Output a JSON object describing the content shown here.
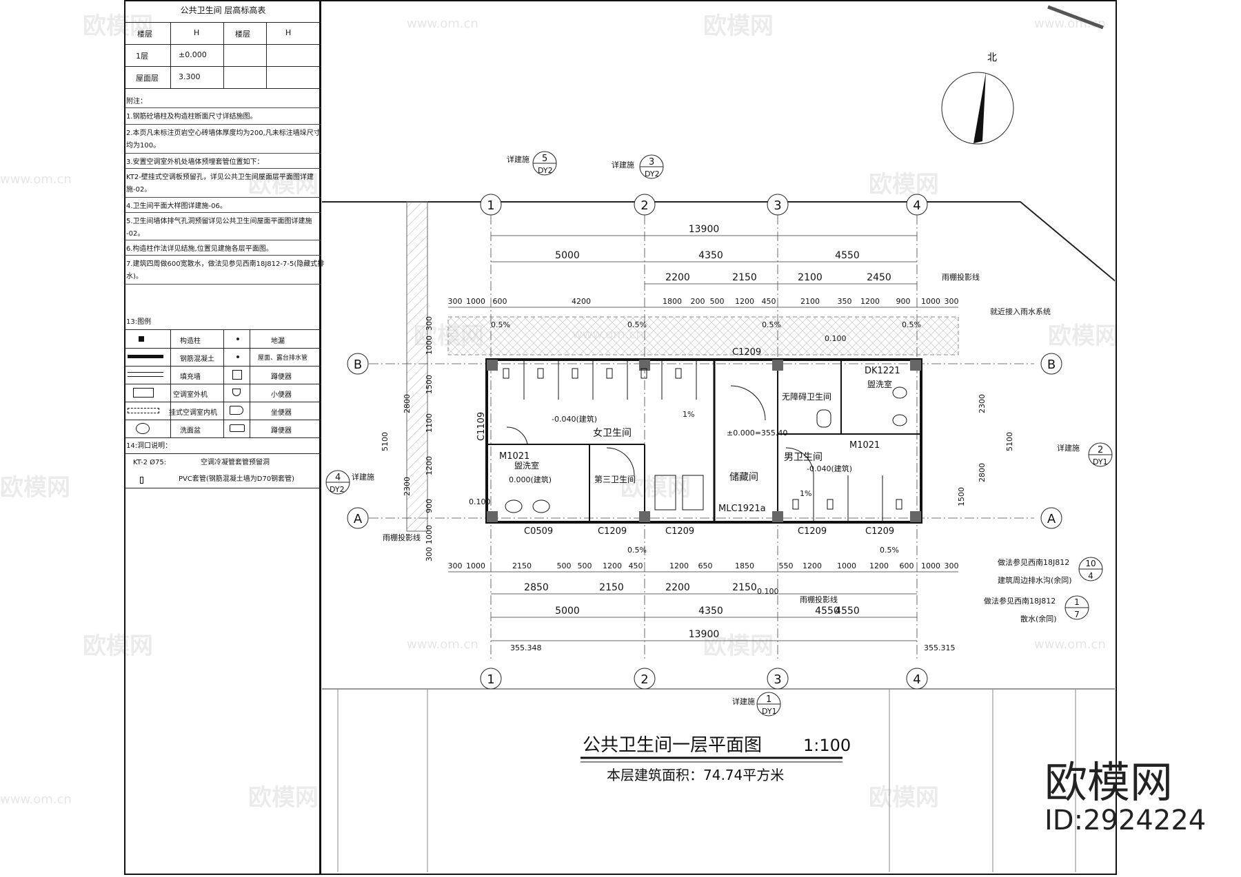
{
  "elevation_table": {
    "title": "公共卫生间 层高标高表",
    "headers": [
      "楼层",
      "H",
      "楼层",
      "H"
    ],
    "rows": [
      {
        "floor": "1层",
        "h": "±0.000"
      },
      {
        "floor": "屋面层",
        "h": "3.300"
      }
    ]
  },
  "notes": {
    "heading": "附注：",
    "lines": [
      "1.钢筋砼墙柱及构造柱断面尺寸详结施图。",
      "2.本页凡未标注页岩空心砖墙体厚度均为200,凡未标注墙垛尺寸",
      "均为100。",
      "3.安置空调室外机处墙体预埋套管位置如下：",
      "KT2-壁挂式空调板预留孔，详见公共卫生间屋面层平面图详建",
      "施-02。",
      "4.卫生间平面大样图详建施-06。",
      "5.卫生间墙体排气孔洞预留详见公共卫生间屋面平面图详建施",
      "-02。",
      "6.构造柱作法详见结施,位置见建施各层平面图。",
      "7.建筑四周做600宽散水，做法见参见西南18J812-7-5(隐藏式排",
      "水)。"
    ]
  },
  "legend": {
    "heading": "13:图例",
    "items": [
      [
        "构造柱",
        "地漏"
      ],
      [
        "钢筋混凝土",
        "屋面、露台排水管"
      ],
      [
        "填充墙",
        "蹲便器"
      ],
      [
        "空调室外机",
        "小便器"
      ],
      [
        "挂式空调室内机",
        "坐便器"
      ],
      [
        "洗面盆",
        "蹲便器"
      ]
    ]
  },
  "openings": {
    "heading": "14:洞口说明：",
    "rows": [
      {
        "code": "KT-2 Ø75:",
        "desc": "空调冷凝管套管预留洞"
      },
      {
        "code": "",
        "desc": "PVC套管(钢筋混凝土墙为D70钢套管)"
      }
    ]
  },
  "plan": {
    "title": "公共卫生间一层平面图",
    "scale": "1:100",
    "area": "本层建筑面积：74.74平方米",
    "north": "北",
    "axes_x": [
      "1",
      "2",
      "3",
      "4"
    ],
    "axes_y": [
      "A",
      "B"
    ],
    "dims_top": {
      "total": "13900",
      "bays": [
        "5000",
        "4350",
        "4550"
      ],
      "row3": [
        "2200",
        "2150",
        "2100",
        "2450"
      ],
      "row4": [
        "300",
        "1000",
        "600",
        "4200",
        "1800",
        "200",
        "500",
        "1200",
        "450",
        "2100",
        "350",
        "1200",
        "900",
        "1000",
        "300"
      ]
    },
    "dims_bottom": {
      "row1": [
        "300",
        "1000",
        "2150",
        "500",
        "500",
        "1200",
        "450",
        "1200",
        "650",
        "1850",
        "550",
        "1200",
        "1000",
        "1200",
        "600",
        "1000",
        "300"
      ],
      "row2": [
        "2850",
        "2150",
        "2200",
        "2150",
        "4550"
      ],
      "bays": [
        "5000",
        "4350",
        "4550"
      ],
      "total": "13900"
    },
    "dims_left": [
      "300",
      "1000",
      "1500",
      "1100",
      "1200",
      "900",
      "1000",
      "300",
      "2800",
      "2300",
      "5100"
    ],
    "dims_right": [
      "2300",
      "5100",
      "2800",
      "1500"
    ],
    "rooms": [
      {
        "key": "women",
        "label": "女卫生间"
      },
      {
        "key": "storage",
        "label": "储藏间"
      },
      {
        "key": "men",
        "label": "男卫生间"
      },
      {
        "key": "acc1",
        "label": "无障碍卫生间"
      },
      {
        "key": "wash1",
        "label": "盥洗室"
      },
      {
        "key": "wash2",
        "label": "盥洗室"
      },
      {
        "key": "third",
        "label": "第三卫生间"
      }
    ],
    "elevations": [
      "-0.040(建筑)",
      "±0.000=355.40",
      "-0.040(建筑)",
      "0.000(建筑)",
      "0.100",
      "0.100",
      "0.100"
    ],
    "openings_labels": [
      "C1209",
      "C1209",
      "C1209",
      "C1209",
      "C1209",
      "C0509",
      "MLC1921a",
      "M1021",
      "M1021",
      "DK1221",
      "C1109"
    ],
    "site_levels": [
      "355.348",
      "355.315"
    ],
    "slopes": [
      "0.5%",
      "0.5%",
      "0.5%",
      "0.5%",
      "0.5%",
      "0.5%",
      "1%",
      "1%"
    ],
    "callouts": [
      {
        "label": "详建施",
        "num": "5",
        "sheet": "DY2"
      },
      {
        "label": "详建施",
        "num": "3",
        "sheet": "DY2"
      },
      {
        "label": "详建施",
        "num": "2",
        "sheet": "DY1"
      },
      {
        "label": "详建施",
        "num": "4",
        "sheet": "DY2"
      },
      {
        "label": "详建施",
        "num": "1",
        "sheet": "DY1"
      }
    ],
    "annotations": [
      "雨棚投影线",
      "就近接入雨水系统",
      "雨棚投影线",
      "雨棚投影线",
      "做法参见西南18J812",
      "建筑周边排水沟(余同)",
      "做法参见西南18J812",
      "散水(余同)"
    ],
    "ref_circles": [
      {
        "top": "10",
        "bottom": "4"
      },
      {
        "top": "1",
        "bottom": "7"
      }
    ]
  },
  "brand": {
    "logo": "欧模网",
    "id": "ID:2924224",
    "watermark": "欧模网",
    "url": "www.om.cn"
  }
}
